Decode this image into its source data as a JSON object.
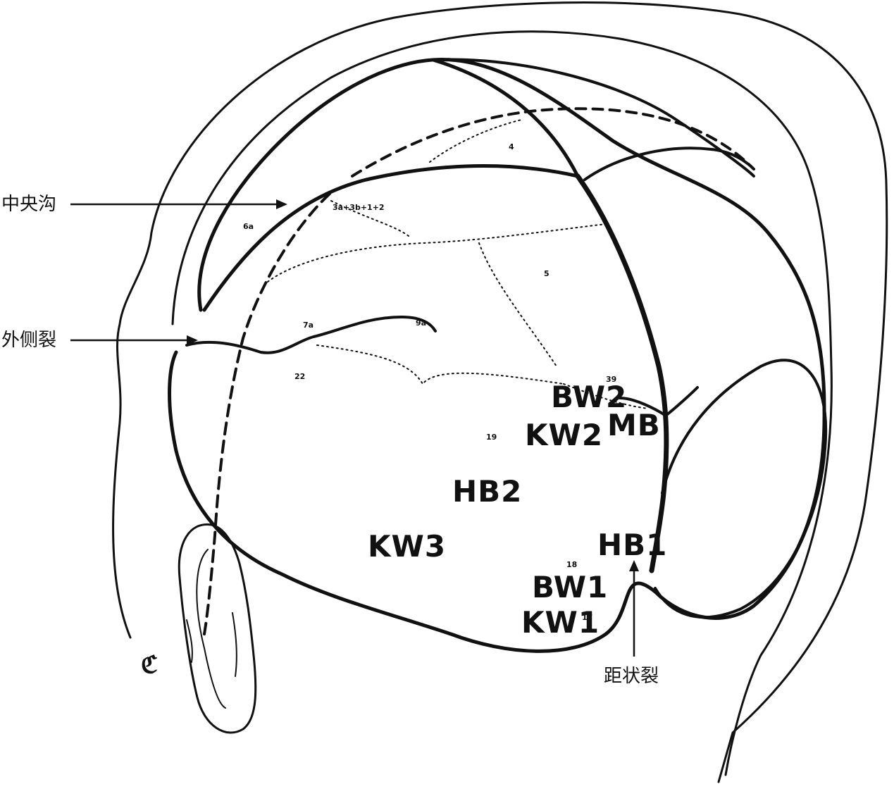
{
  "callouts": {
    "central_sulcus": "中央沟",
    "lateral_fissure": "外侧裂",
    "calcarine_fissure": "距状裂"
  },
  "regions": {
    "bw2": "BW2",
    "mb": "MB",
    "kw2": "KW2",
    "hb2": "HB2",
    "kw3": "KW3",
    "hb1": "HB1",
    "bw1": "BW1",
    "kw1": "KW1"
  },
  "numbers": {
    "n4": "4",
    "n6a": "6a",
    "n7a": "7a",
    "n22": "22",
    "n19": "19",
    "n18": "18",
    "n17": "17",
    "n39": "39",
    "n3a": "3a+3b+1+2",
    "n5": "5",
    "n9a": "9a"
  }
}
